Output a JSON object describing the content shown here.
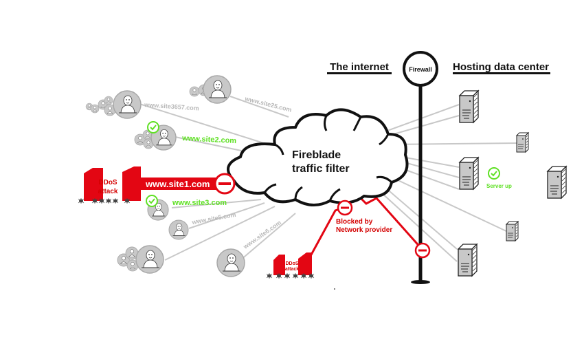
{
  "headings": {
    "internet": "The internet",
    "firewall": "Firewall",
    "hosting": "Hosting data center"
  },
  "cloud": {
    "line1": "Fireblade",
    "line2": "traffic filter"
  },
  "sites": [
    {
      "label": "www.site3657.com",
      "status": "neutral"
    },
    {
      "label": "www.site25.com",
      "status": "neutral"
    },
    {
      "label": "www.site2.com",
      "status": "ok"
    },
    {
      "label": "www.site1.com",
      "status": "attacked"
    },
    {
      "label": "www.site3.com",
      "status": "ok"
    },
    {
      "label": "www.site5.com",
      "status": "neutral"
    },
    {
      "label": "www.site6.com",
      "status": "neutral"
    }
  ],
  "attacks": {
    "main": {
      "line1": "DDoS",
      "line2": "attack"
    },
    "secondary": {
      "line1": "DDoS",
      "line2": "attack"
    }
  },
  "blocked": {
    "line1": "Blocked by",
    "line2": "Network provider"
  },
  "server_status": "Server up",
  "icons": {
    "check": "check-circle-icon",
    "blocked": "no-entry-icon",
    "user": "user-avatar-icon",
    "server": "server-tower-icon",
    "bug": "bot-bug-icon"
  },
  "colors": {
    "attack_red": "#e30613",
    "ok_green": "#5fe024",
    "line_grey": "#c8c8c8",
    "ink": "#111111"
  }
}
